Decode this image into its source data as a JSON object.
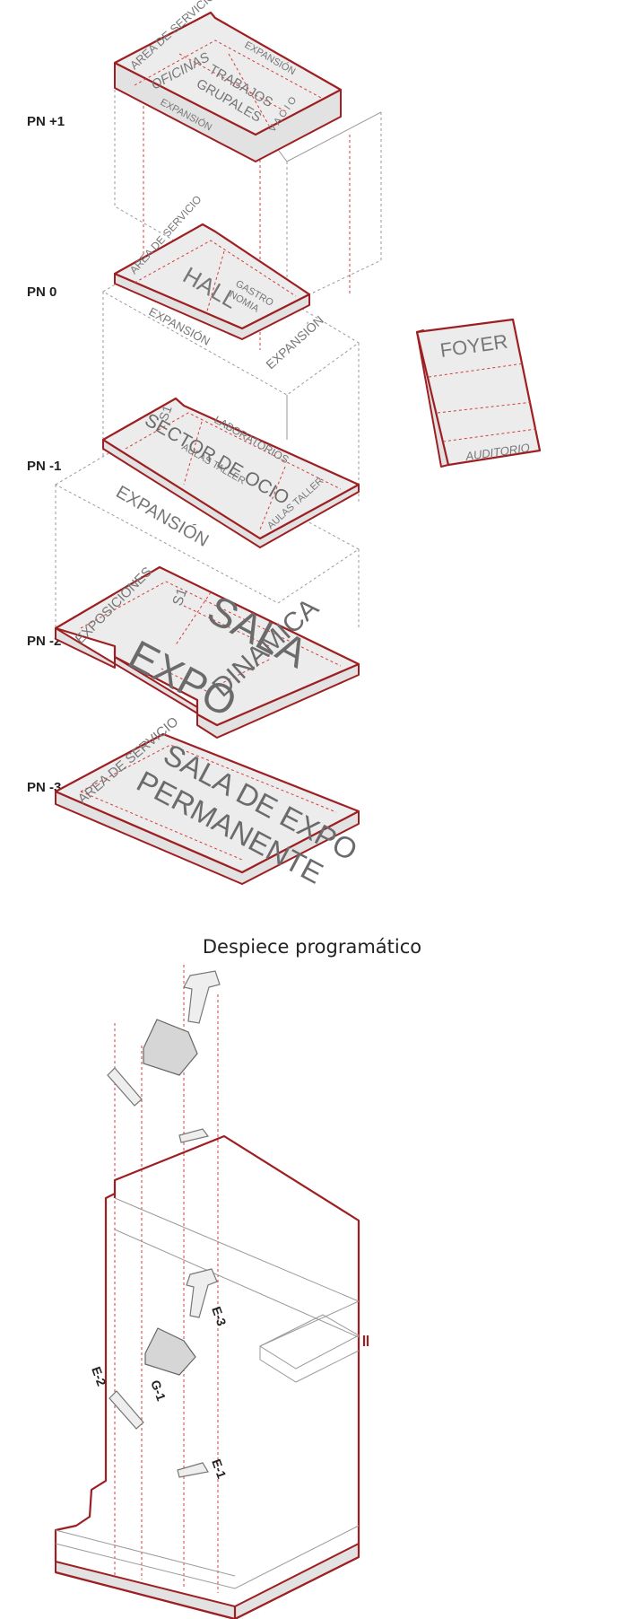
{
  "levels": [
    "PN +1",
    "PN 0",
    "PN -1",
    "PN -2",
    "PN -3"
  ],
  "pn1": {
    "servicio": "AREA DE SERVICIO",
    "oficinas": "OFICINAS",
    "trabajos": "TRABAJOS",
    "grupales": "GRUPALES",
    "expansion_a": "EXPANSIÓN",
    "expansion_b": "EXPANSIÓN",
    "vacio": "V A C I O"
  },
  "pn0": {
    "servicio": "AREA DE SERVICIO",
    "hall": "HALL",
    "gastro": "GASTRO",
    "nomia": "NOMIA",
    "expansion_a": "EXPANSIÓN",
    "expansion_b": "EXPANSIÓN"
  },
  "foyer": {
    "foyer": "FOYER",
    "auditorio": "AUDITORIO"
  },
  "pnm1": {
    "s1": "S1",
    "sector": "SECTOR DE OCIO",
    "laboratorios": "LABORATORIOS",
    "aulas_a": "AULAS TALLER",
    "aulas_b": "AULAS TALLER",
    "expansion": "EXPANSIÓN"
  },
  "pnm2": {
    "exposiciones": "EXPOSICIONES",
    "s1": "S1",
    "sala": "SALA",
    "expo": "EXPO",
    "dinamica": "DINAMICA"
  },
  "pnm3": {
    "servicio": "AREA DE SERVICIO",
    "sala_expo": "SALA DE EXPO",
    "permanente": "PERMANENTE"
  },
  "caption": "Despiece programático",
  "circulation": {
    "e1": "E-1",
    "e2": "E-2",
    "e3": "E-3",
    "g1": "G-1"
  },
  "colors": {
    "accent": "#9e1f22",
    "slab": "#ececec",
    "text": "#777777"
  }
}
